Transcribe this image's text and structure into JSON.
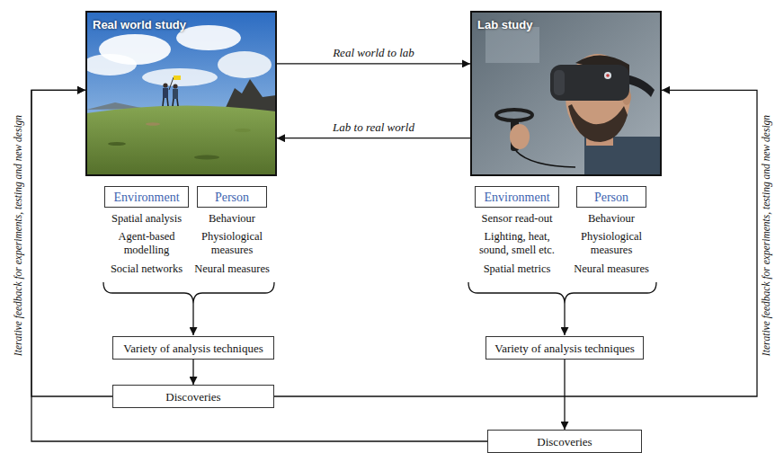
{
  "diagram": {
    "nodes": [
      {
        "text": [
          "Real world study"
        ]
      },
      {
        "text": [
          "Lab study"
        ]
      },
      {
        "text": [
          "Environment"
        ]
      },
      {
        "text": [
          "Person"
        ]
      },
      {
        "text": [
          "Environment"
        ]
      },
      {
        "text": [
          "Person"
        ]
      },
      {
        "text": [
          "Variety of analysis techniques"
        ]
      },
      {
        "text": [
          "Variety of analysis techniques"
        ]
      },
      {
        "text": [
          "Discoveries"
        ]
      },
      {
        "text": [
          "Discoveries"
        ]
      }
    ],
    "edges": [
      {
        "from": 0,
        "to": 1,
        "label": "Real world to lab",
        "arrow": "to"
      },
      {
        "from": 1,
        "to": 0,
        "label": "Lab to real world",
        "arrow": "to"
      },
      {
        "from": 6,
        "to": 8,
        "arrow": "to"
      },
      {
        "from": 7,
        "to": 9,
        "arrow": "to"
      },
      {
        "from": 8,
        "to": 0,
        "arrow": "to"
      },
      {
        "from": 8,
        "to": 1,
        "arrow": "to"
      },
      {
        "from": 9,
        "to": 0,
        "arrow": "to"
      }
    ],
    "labels": [
      "Spatial analysis",
      "Agent-based modelling",
      "Social networks",
      "Behaviour",
      "Physiological measures",
      "Neural measures",
      "Sensor read-out",
      "Lighting, heat, sound, smell etc.",
      "Spatial metrics",
      "Behaviour",
      "Physiological measures",
      "Neural measures",
      "Iterative feedback for experiments, testing and new design",
      "Iterative feedback for experiments, testing and new design"
    ]
  }
}
